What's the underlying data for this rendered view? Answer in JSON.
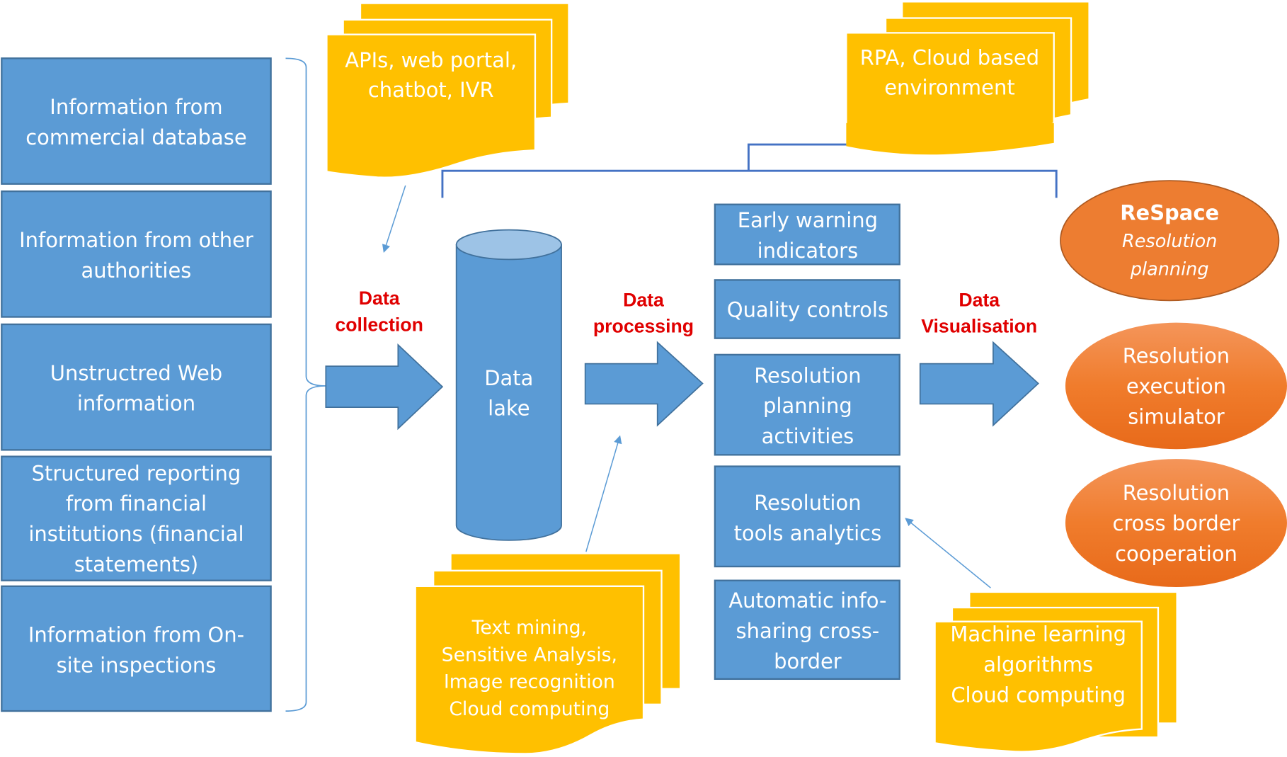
{
  "colors": {
    "blue_fill": "#5b9bd5",
    "blue_stroke": "#41719c",
    "yellow_fill": "#ffc000",
    "orange_fill": "#ed7d31",
    "orange_light": "#f08a4b",
    "label_red": "#e00000",
    "connector_blue": "#4472c4"
  },
  "sources": [
    {
      "lines": [
        "Information from",
        "commercial database"
      ]
    },
    {
      "lines": [
        "Information from other",
        "authorities"
      ]
    },
    {
      "lines": [
        "Unstructred Web",
        "information"
      ]
    },
    {
      "lines": [
        "Structured reporting",
        "from financial",
        "institutions (financial",
        "statements)"
      ]
    },
    {
      "lines": [
        "Information from On-",
        "site inspections"
      ]
    }
  ],
  "docs": {
    "apis": {
      "lines": [
        "APIs, web portal,",
        "chatbot, IVR"
      ]
    },
    "rpa": {
      "lines": [
        "RPA, Cloud based",
        "environment"
      ]
    },
    "text_mining": {
      "lines": [
        "Text mining,",
        "Sensitive Analysis,",
        "Image recognition",
        "Cloud computing"
      ]
    },
    "ml": {
      "lines": [
        "Machine learning",
        "algorithms",
        "Cloud computing"
      ]
    }
  },
  "stages": {
    "collection": {
      "lines": [
        "Data",
        "collection"
      ]
    },
    "processing": {
      "lines": [
        "Data",
        "processing"
      ]
    },
    "visualisation": {
      "lines": [
        "Data",
        "Visualisation"
      ]
    }
  },
  "data_lake": {
    "lines": [
      "Data",
      "lake"
    ]
  },
  "processing_boxes": [
    {
      "lines": [
        "Early warning",
        "indicators"
      ]
    },
    {
      "lines": [
        "Quality controls"
      ]
    },
    {
      "lines": [
        "Resolution",
        "planning",
        "activities"
      ]
    },
    {
      "lines": [
        "Resolution",
        "tools analytics"
      ]
    },
    {
      "lines": [
        "Automatic info-",
        "sharing cross-",
        "border"
      ]
    }
  ],
  "outputs": [
    {
      "title": "ReSpace",
      "lines": [
        "Resolution",
        "planning"
      ]
    },
    {
      "lines": [
        "Resolution",
        "execution",
        "simulator"
      ]
    },
    {
      "lines": [
        "Resolution",
        "cross border",
        "cooperation"
      ]
    }
  ]
}
